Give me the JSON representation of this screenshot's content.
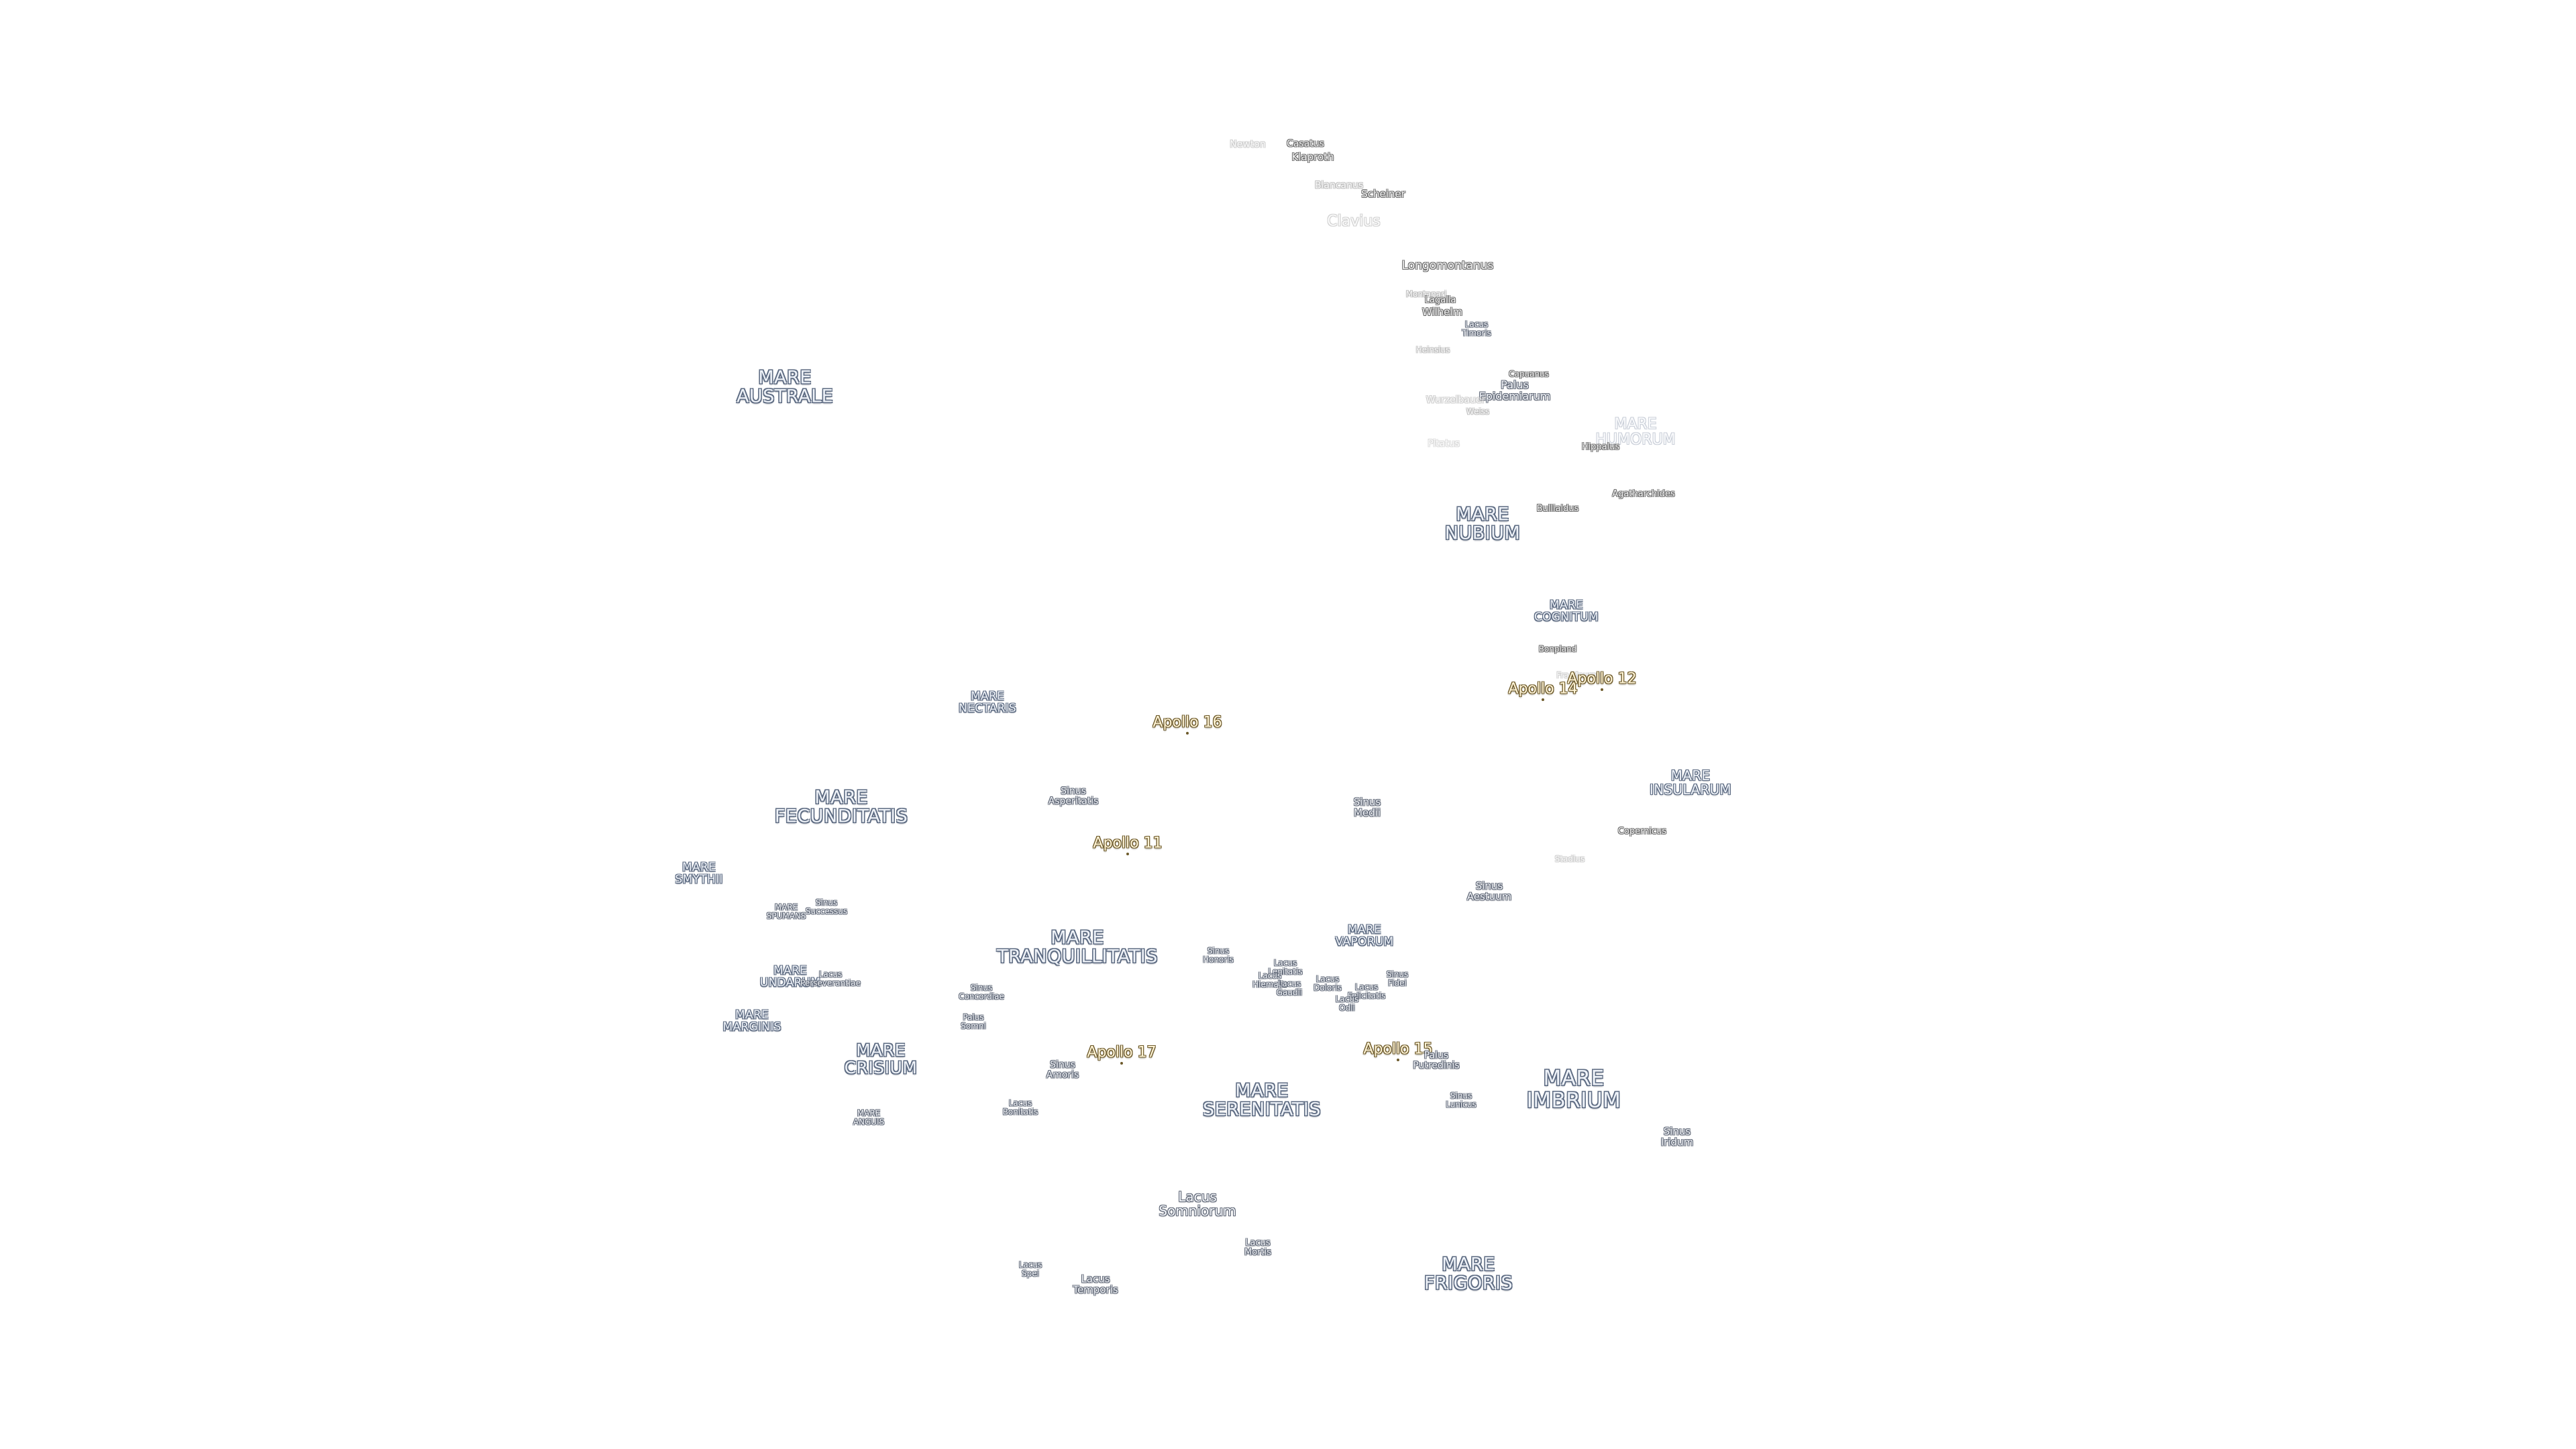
{
  "labels": {
    "newton": "Newton",
    "casatus": "Casatus",
    "klaproth": "Klaproth",
    "blancanus": "Blancanus",
    "scheiner": "Scheiner",
    "clavius": "Clavius",
    "longomontanus": "Longomontanus",
    "montanari": "Montanari",
    "lagalla": "Lagalla",
    "wilhelm": "Wilhelm",
    "lacus_timoris": "Lacus\nTimoris",
    "heinsius": "Heinsius",
    "capuanus": "Capuanus",
    "palus_epidemiarum": "Palus\nEpidemiarum",
    "wurzelbauer": "Wurzelbauer",
    "weiss": "Weiss",
    "pitatus": "Pitatus",
    "mare_australe": "MARE\nAUSTRALE",
    "mare_humorum": "MARE\nHUMORUM",
    "hippalus": "Hippalus",
    "agatharchides": "Agatharchides",
    "mare_nubium": "MARE\nNUBIUM",
    "bullialdus": "Bullialdus",
    "mare_cognitum": "MARE\nCOGNITUM",
    "bonpland": "Bonpland",
    "fra_mauro": "Fra Mauro",
    "apollo_14": "Apollo 14",
    "apollo_12": "Apollo 12",
    "mare_nectaris": "MARE\nNECTARIS",
    "apollo_16": "Apollo 16",
    "mare_fecunditatis": "MARE\nFECUNDITATIS",
    "sinus_asperitatis": "Sinus\nAsperitatis",
    "sinus_medii": "Sinus\nMedii",
    "mare_insularum": "MARE\nINSULARUM",
    "copernicus": "Copernicus",
    "apollo_11": "Apollo 11",
    "stadius": "Stadius",
    "mare_smythii": "MARE\nSMYTHII",
    "mare_spumans": "MARE\nSPUMANS",
    "sinus_successus": "Sinus\nSuccessus",
    "sinus_aestuum": "Sinus\nAestuum",
    "mare_tranquillitatis": "MARE\nTRANQUILLITATIS",
    "mare_vaporum": "MARE\nVAPORUM",
    "sinus_honoris": "Sinus\nHonoris",
    "lacus_lenitatis": "Lacus\nLenitatis",
    "lacus_hiemalis": "Lacus\nHiemalis",
    "lacus_gaudii": "Lacus\nGaudii",
    "lacus_doloris": "Lacus\nDoloris",
    "lacus_felicitatis": "Lacus\nFelicitatis",
    "lacus_odii": "Lacus\nOdii",
    "sinus_fidei": "Sinus\nFidei",
    "mare_undarum": "MARE\nUNDARUM",
    "lacus_perseverantiae": "Lacus\nPerseverantiae",
    "sinus_concordiae": "Sinus\nConcordiae",
    "mare_marginis": "MARE\nMARGINIS",
    "palus_somni": "Palus\nSomni",
    "mare_crisium": "MARE\nCRISIUM",
    "apollo_17": "Apollo 17",
    "sinus_amoris": "Sinus\nAmoris",
    "apollo_15": "Apollo 15",
    "palus_putredinis": "Palus\nPutredinis",
    "mare_imbrium": "MARE\nIMBRIUM",
    "mare_anguis": "MARE\nANGUIS",
    "lacus_bonitatis": "Lacus\nBonitatis",
    "mare_serenitatis": "MARE\nSERENITATIS",
    "sinus_lunicus": "Sinus\nLunicus",
    "sinus_iridum": "Sinus\nIridum",
    "lacus_somniorum": "Lacus\nSomniorum",
    "lacus_mortis": "Lacus\nMortis",
    "lacus_spei": "Lacus\nSpei",
    "lacus_temporis": "Lacus\nTemporis",
    "mare_frigoris": "MARE\nFRIGORIS"
  },
  "colors": {
    "background": "#ffffff",
    "mare_outline": "#5d6b82",
    "apollo_outline": "#6e5b2c",
    "crater_outline": "#6b6b6b"
  }
}
